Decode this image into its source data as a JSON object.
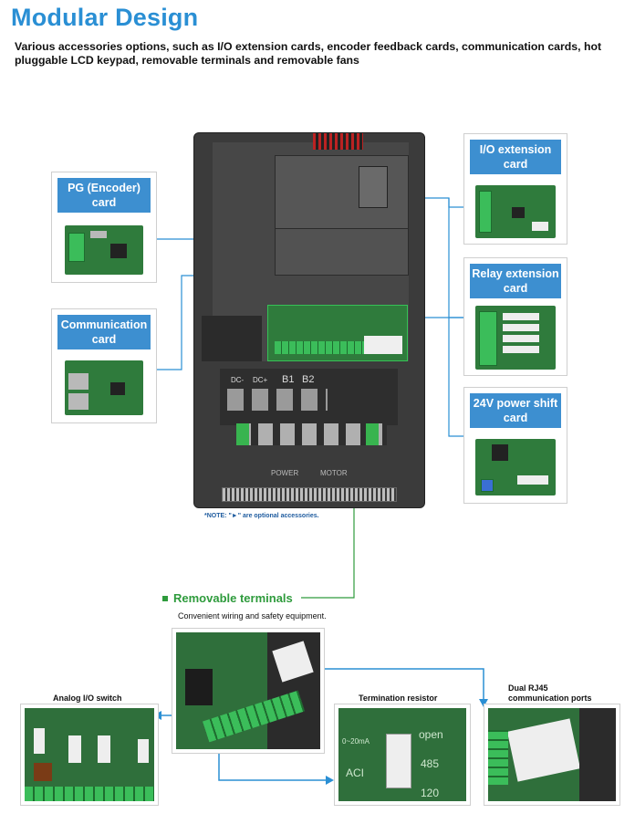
{
  "page": {
    "title": "Modular Design",
    "subtitle": "Various accessories options, such as I/O extension cards, encoder feedback cards, communication cards, hot pluggable LCD keypad, removable terminals and removable fans"
  },
  "cards": {
    "pg_encoder": "PG (Encoder) card",
    "communication": "Communication card",
    "io_extension": "I/O extension card",
    "relay_extension": "Relay extension card",
    "power_shift": "24V power shift card"
  },
  "drive": {
    "terminal_labels": [
      "DC-",
      "DC+",
      "B1",
      "B2"
    ],
    "bottom_labels": [
      "POWER",
      "MOTOR"
    ]
  },
  "note": "*NOTE: \"►\" are optional accessories.",
  "removable_terminals": {
    "title": "Removable terminals",
    "description": "Convenient wiring and safety equipment."
  },
  "details": {
    "analog": "Analog I/O switch",
    "termination": "Termination resistor",
    "rj45_line1": "Dual RJ45",
    "rj45_line2": "communication ports",
    "termination_marks": [
      "0~20mA",
      "ACI",
      "open",
      "485",
      "120"
    ]
  },
  "colors": {
    "accent_blue": "#2a8fd4",
    "label_blue": "#3d8fd0",
    "green": "#2e9b3c"
  }
}
